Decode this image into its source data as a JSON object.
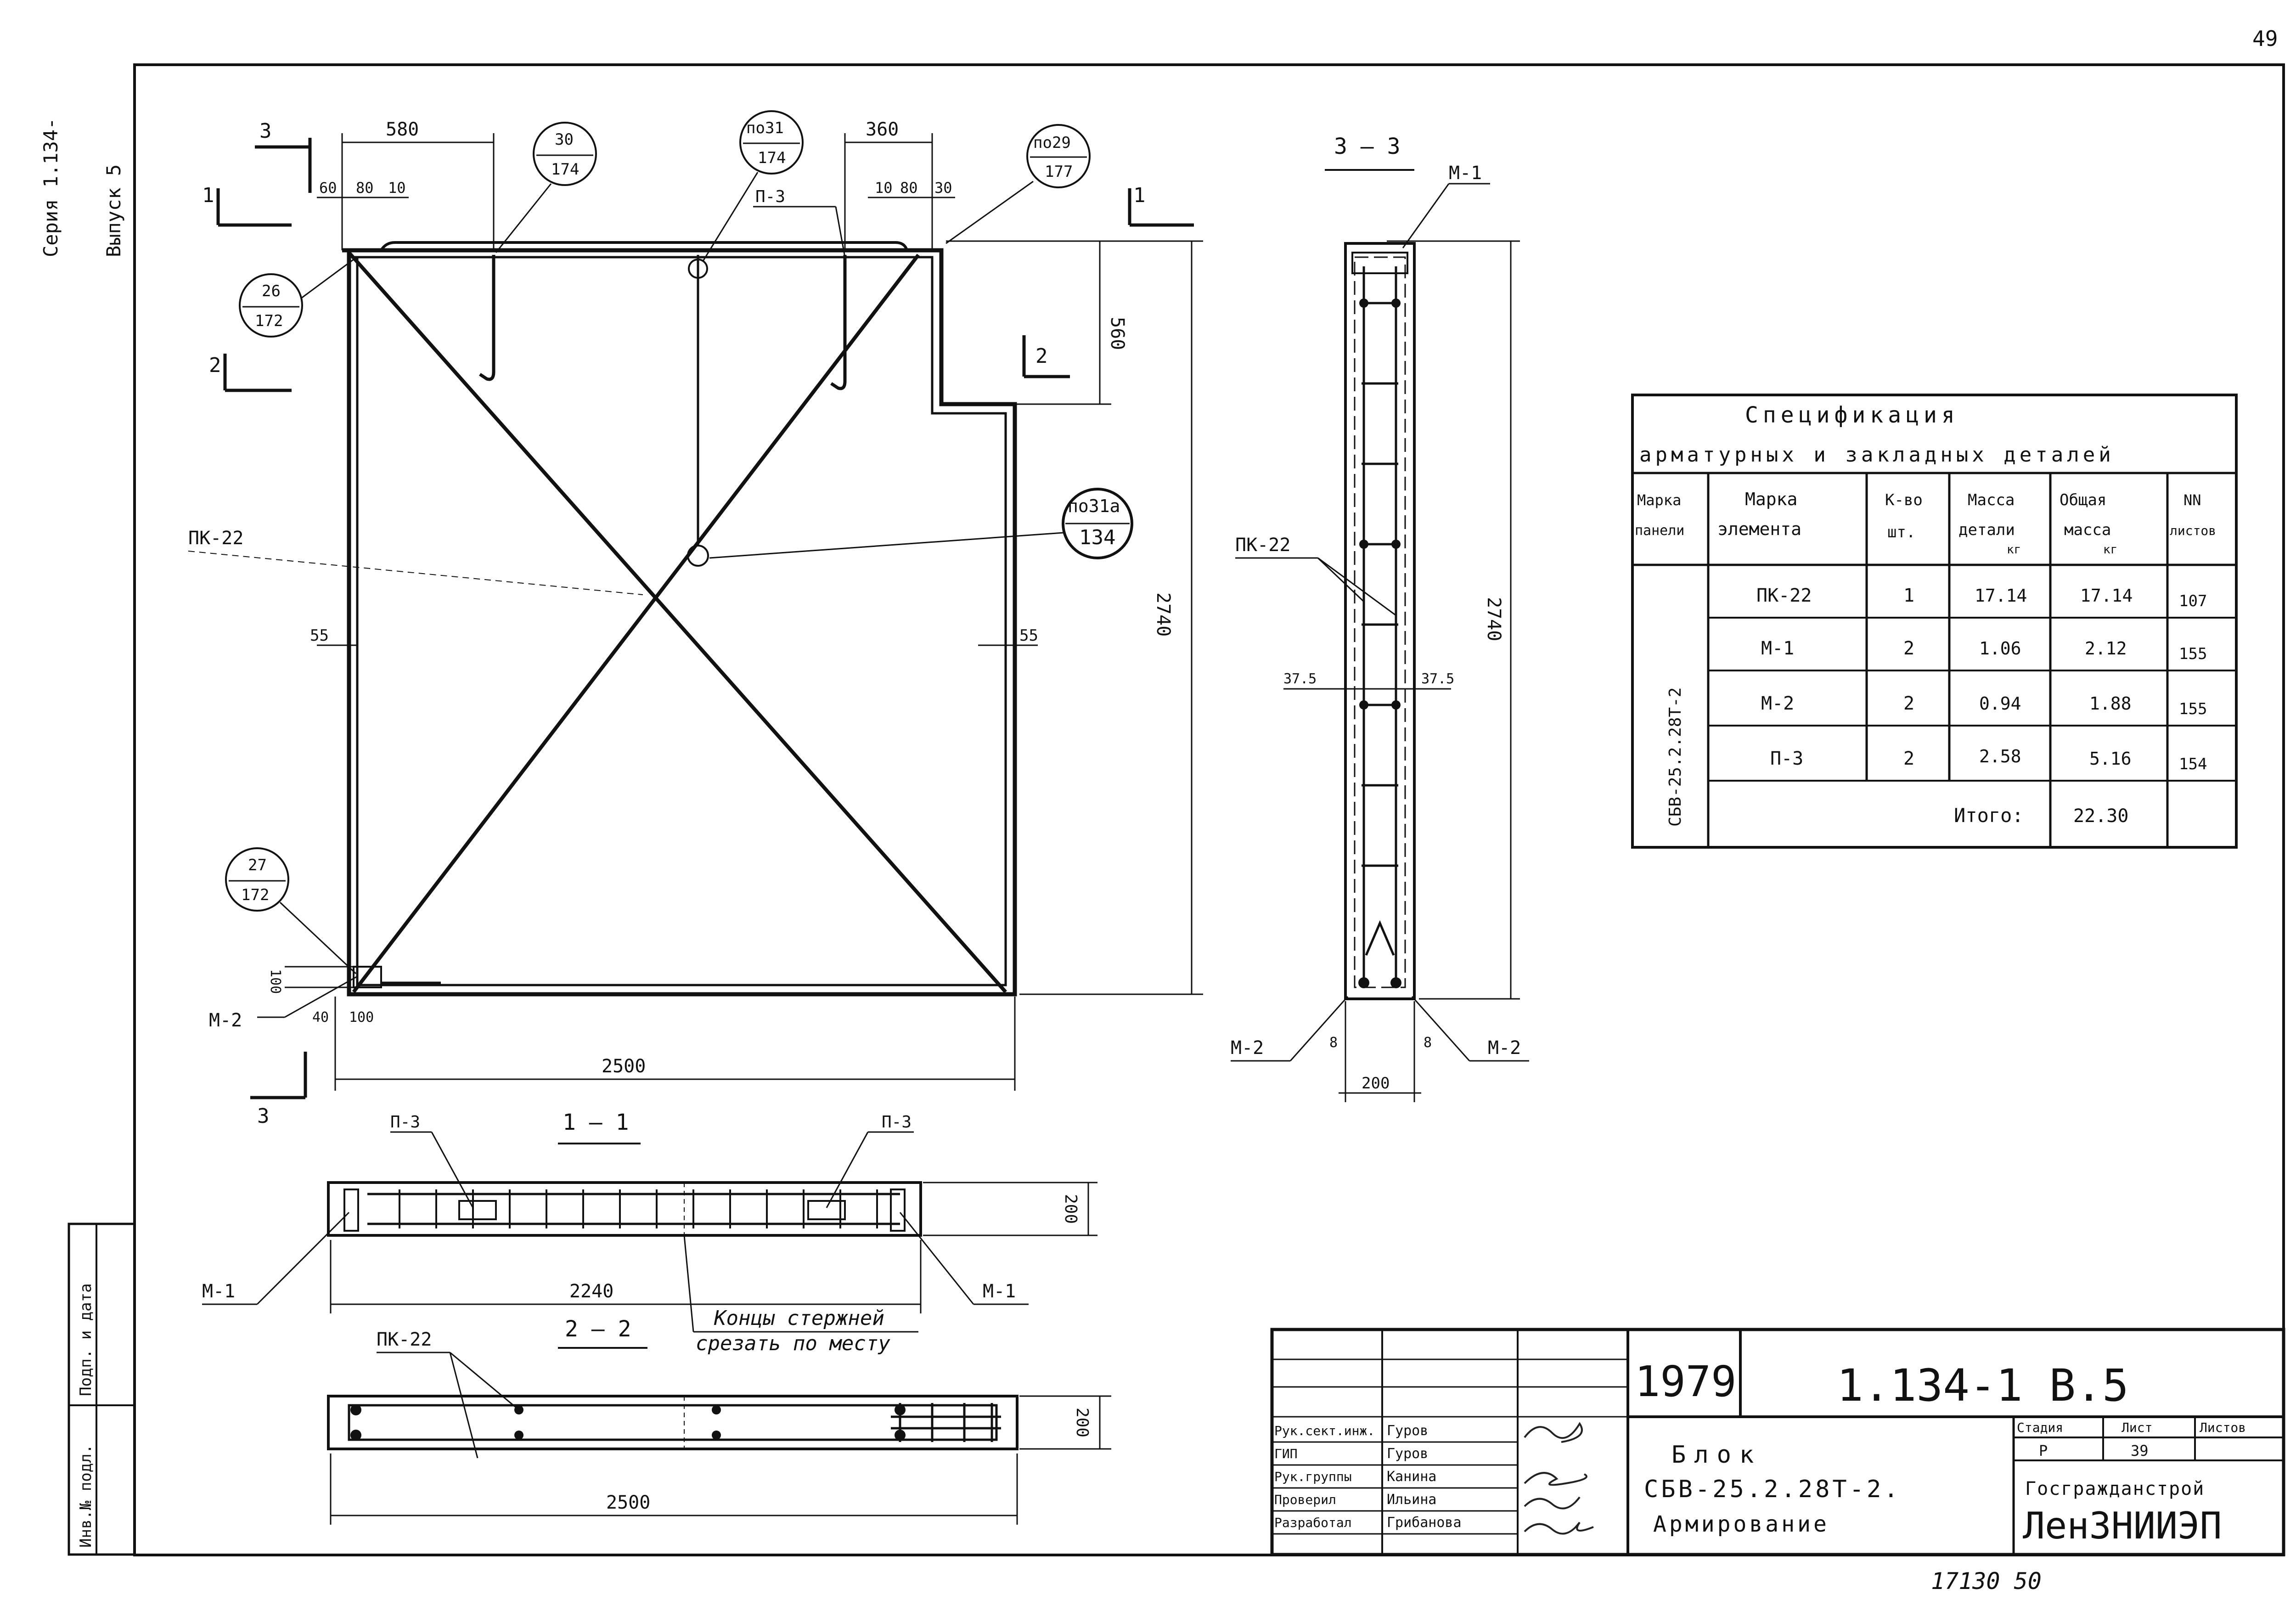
{
  "page_number": "49",
  "side_label": {
    "series": "Серия 1.134-",
    "issue": "Выпуск 5"
  },
  "sections": {
    "s33": "3 — 3",
    "s11": "1 — 1",
    "s22": "2 — 2"
  },
  "section_marks": {
    "one": "1",
    "two": "2",
    "three": "3"
  },
  "elevation": {
    "dims_top": [
      "580",
      "360",
      "60",
      "80",
      "10",
      "10",
      "80",
      "30"
    ],
    "dim_width": "2500",
    "dim_height": "2740",
    "dim_cut": "560",
    "dim_side": "55",
    "dim_corner": [
      "100",
      "40",
      "100"
    ],
    "callouts": [
      {
        "top": "30",
        "bottom": "174"
      },
      {
        "top": "по31",
        "bottom": "174"
      },
      {
        "top": "по29",
        "bottom": "177"
      },
      {
        "top": "26",
        "bottom": "172"
      },
      {
        "top": "по31а",
        "bottom": "134"
      },
      {
        "top": "27",
        "bottom": "172"
      }
    ],
    "labels": {
      "pk": "ПК-22",
      "p3a": "П-3",
      "m2": "М-2"
    }
  },
  "section33": {
    "labels": {
      "m1": "М-1",
      "pk": "ПК-22",
      "m2l": "М-2",
      "m2r": "М-2"
    },
    "dims": {
      "h": "2740",
      "cov_l": "37.5",
      "cov_r": "37.5",
      "e_l": "8",
      "e_r": "8",
      "w": "200"
    }
  },
  "section11": {
    "labels": {
      "p3l": "П-3",
      "p3r": "П-3",
      "m1l": "М-1",
      "m1r": "М-1"
    },
    "dims": {
      "len": "2240",
      "h": "200"
    },
    "note_line1": "Концы стержней",
    "note_line2": "срезать по месту"
  },
  "section22": {
    "labels": {
      "pk": "ПК-22"
    },
    "dims": {
      "len": "2500",
      "h": "200"
    }
  },
  "spec": {
    "title1": "Спецификация",
    "title2": "арматурных и закладных деталей",
    "headers": [
      {
        "l1": "Марка",
        "l2": "панели",
        "l3": ""
      },
      {
        "l1": "Марка",
        "l2": "элемента",
        "l3": ""
      },
      {
        "l1": "К-во",
        "l2": "шт.",
        "l3": ""
      },
      {
        "l1": "Масса",
        "l2": "детали",
        "l3": "кг"
      },
      {
        "l1": "Общая",
        "l2": "масса",
        "l3": "кг"
      },
      {
        "l1": "NN",
        "l2": "листов",
        "l3": ""
      }
    ],
    "panel_mark": "СБВ-25.2.28Т-2",
    "rows": [
      {
        "el": "ПК-22",
        "qty": "1",
        "mass": "17.14",
        "total": "17.14",
        "sheet": "107"
      },
      {
        "el": "М-1",
        "qty": "2",
        "mass": "1.06",
        "total": "2.12",
        "sheet": "155"
      },
      {
        "el": "М-2",
        "qty": "2",
        "mass": "0.94",
        "total": "1.88",
        "sheet": "155"
      },
      {
        "el": "П-3",
        "qty": "2",
        "mass": "2.58",
        "total": "5.16",
        "sheet": "154"
      }
    ],
    "total_label": "Итого:",
    "total_value": "22.30"
  },
  "stamp": {
    "left_lower": "Инв.№ подл.",
    "left_upper": "Подп. и дата",
    "year": "1979",
    "code": "1.134-1 В.5",
    "title1": "Блок",
    "title2": "СБВ-25.2.28Т-2.",
    "title3": "Армирование",
    "h_stage": "Стадия",
    "h_sheet": "Лист",
    "h_sheets": "Листов",
    "stage": "Р",
    "sheet": "39",
    "org1": "Госгражданстрой",
    "org2": "ЛенЗНИИЭП",
    "people": [
      {
        "role": "Рук.сект.инж.",
        "name": "Гуров"
      },
      {
        "role": "ГИП",
        "name": "Гуров"
      },
      {
        "role": "Рук.группы",
        "name": "Канина"
      },
      {
        "role": "Проверил",
        "name": "Ильина"
      },
      {
        "role": "Разработал",
        "name": "Грибанова"
      }
    ],
    "bottom_number": "17130 50"
  }
}
